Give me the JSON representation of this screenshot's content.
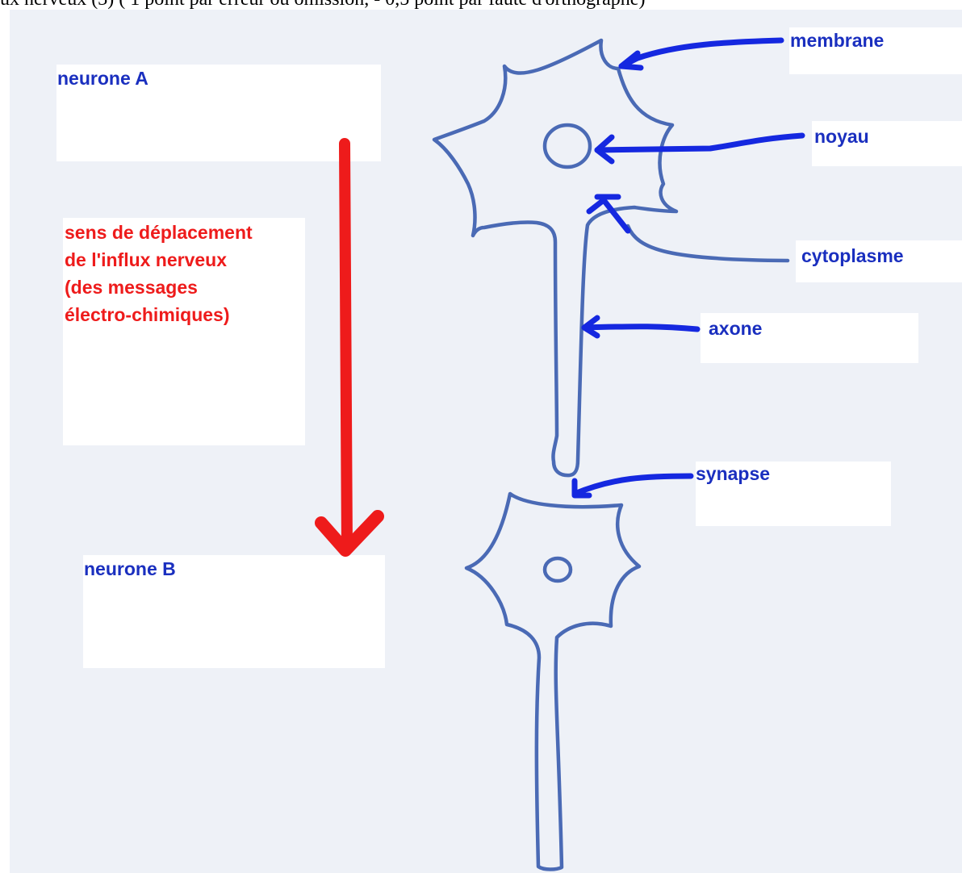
{
  "header_text": "ux nerveux (3) ( 1 point par erreur ou omission, - 0,5 point par faute d'orthographe)",
  "labels": {
    "neurone_a": "neurone A",
    "neurone_b": "neurone B",
    "membrane": "membrane",
    "noyau": "noyau",
    "cytoplasme": "cytoplasme",
    "axone": "axone",
    "synapse": "synapse"
  },
  "direction_text": [
    "sens de déplacement",
    "de l'influx nerveux",
    "(des messages",
    "électro-chimiques)"
  ],
  "colors": {
    "neuron_outline": "#4a6ab5",
    "label_arrows": "#1528e0",
    "flow_arrow": "#ee1b1b",
    "label_text": "#1a2fbf"
  }
}
